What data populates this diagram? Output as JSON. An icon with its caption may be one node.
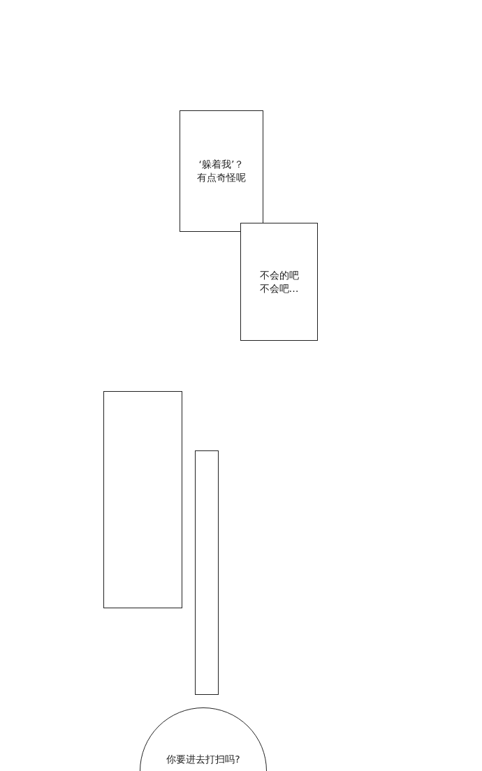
{
  "diagram": {
    "nodes": [
      {
        "text": [
          "‘躲着我’？有点奇怪呢"
        ]
      },
      {
        "text": [
          "不会的吧不会吧…"
        ]
      },
      {
        "text": [],
        "shape": "box"
      },
      {
        "text": [],
        "shape": "box"
      },
      {
        "text": [
          "你要进去打扫吗?"
        ]
      }
    ]
  }
}
